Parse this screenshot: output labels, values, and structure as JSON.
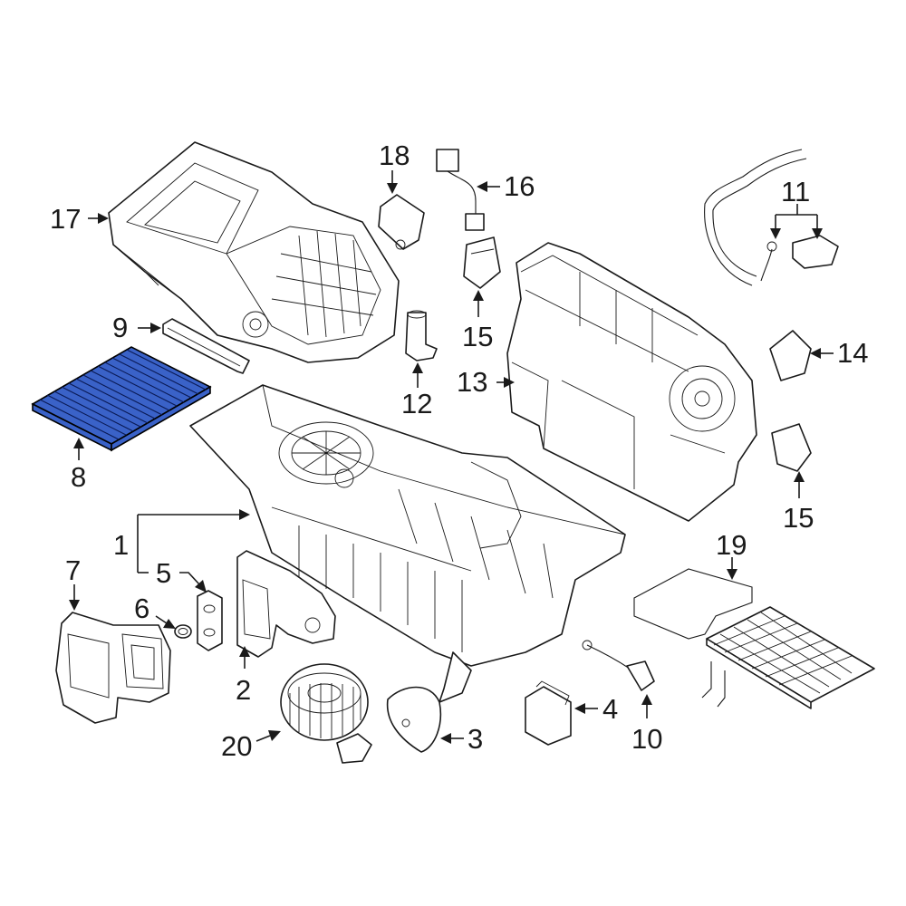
{
  "diagram": {
    "highlight_color": "#3a62c8",
    "callouts": {
      "c1": "1",
      "c2": "2",
      "c3": "3",
      "c4": "4",
      "c5": "5",
      "c6": "6",
      "c7": "7",
      "c8": "8",
      "c9": "9",
      "c10": "10",
      "c11": "11",
      "c12": "12",
      "c13": "13",
      "c14": "14",
      "c15a": "15",
      "c15b": "15",
      "c16": "16",
      "c17": "17",
      "c18": "18",
      "c19": "19",
      "c20": "20"
    }
  }
}
